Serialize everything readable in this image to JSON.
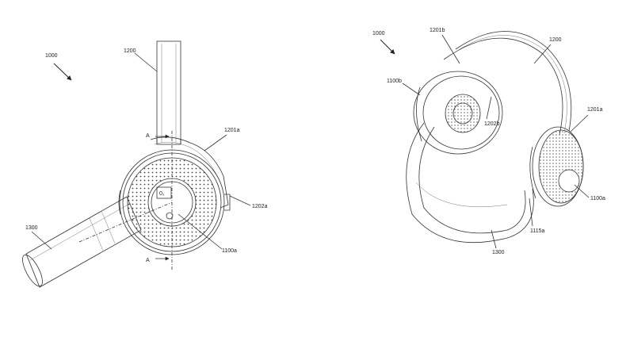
{
  "left_view": {
    "figure_ref": "1000",
    "labels": {
      "headband": "1200",
      "section_marker_top": "A",
      "section_marker_bottom": "A",
      "earcup_outer": "1201a",
      "earcup_edge": "1202a",
      "boom": "1300",
      "speaker": "1100a",
      "axis_label": "0₁"
    }
  },
  "right_view": {
    "figure_ref": "1000",
    "labels": {
      "earcup_b": "1201b",
      "headband": "1200",
      "speaker_b": "1100b",
      "edge_b": "1202b",
      "earcup_a": "1201a",
      "speaker_a": "1100a",
      "hinge": "1115a",
      "visor": "1300"
    }
  }
}
